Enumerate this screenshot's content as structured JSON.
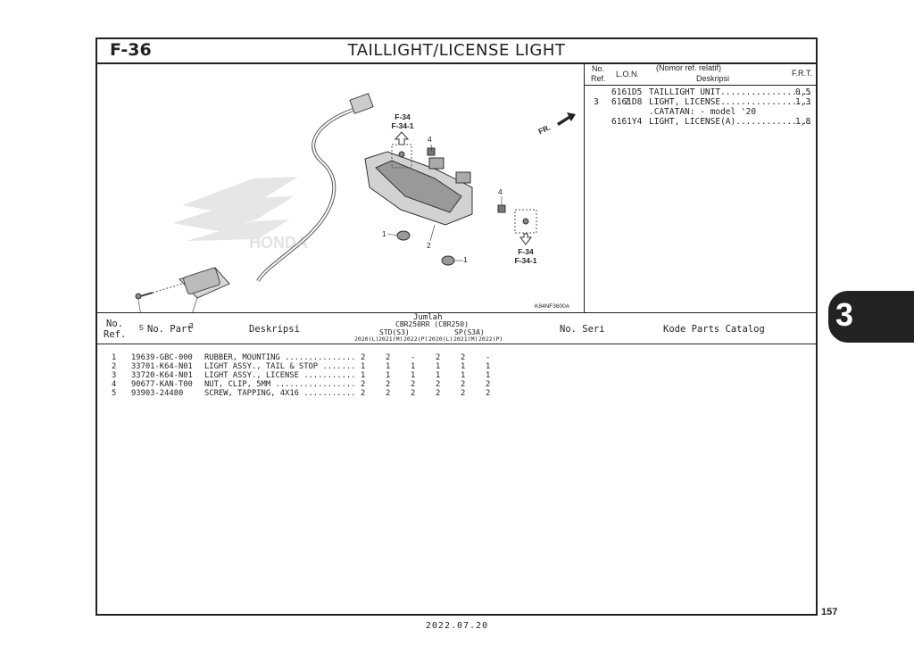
{
  "figure": {
    "code": "F-36",
    "title": "TAILLIGHT/LICENSE LIGHT"
  },
  "diagram": {
    "ref_top_a": "F-34",
    "ref_top_b": "F-34-1",
    "ref_bottom_a": "F-34",
    "ref_bottom_b": "F-34-1",
    "fr_label": "FR.",
    "image_code": "K84NF3600A",
    "brand_watermark": "HONDA",
    "callouts": [
      "1",
      "1",
      "2",
      "3",
      "4",
      "4",
      "5"
    ]
  },
  "ref_table": {
    "headers": {
      "no_ref_1": "No.",
      "no_ref_2": "Ref.",
      "lon": "L.O.N.",
      "desc_1": "(Nomor ref. relatif)",
      "desc_2": "Deskripsi",
      "frt": "F.R.T."
    },
    "rows": [
      {
        "ref": "2",
        "lon": "6161D5",
        "desc": "TAILLIGHT UNIT..................",
        "frt": "0,5"
      },
      {
        "ref": "3",
        "lon": "6161D8",
        "desc": "LIGHT, LICENSE..................",
        "frt": "1,3"
      },
      {
        "ref": "",
        "lon": "",
        "desc": ".CATATAN: - model '20",
        "frt": ""
      },
      {
        "ref": "",
        "lon": "6161Y4",
        "desc": "LIGHT, LICENSE(A)...............",
        "frt": "1,8"
      }
    ]
  },
  "parts_table": {
    "headers": {
      "no_ref_1": "No.",
      "no_ref_2": "Ref.",
      "no_part": "No. Part",
      "deskripsi": "Deskripsi",
      "jumlah": "Jumlah",
      "model": "CBR250RR (CBR250)",
      "std": "STD(S3)",
      "sp": "SP(S3A)",
      "years": [
        "2020(L)",
        "2021(M)",
        "2022(P)",
        "2020(L)",
        "2021(M)",
        "2022(P)"
      ],
      "no_seri": "No. Seri",
      "kode": "Kode Parts Catalog"
    },
    "rows": [
      {
        "ref": "1",
        "part": "19639-GBC-000",
        "desc": "RUBBER, MOUNTING ...............",
        "qty": [
          "2",
          "2",
          "-",
          "2",
          "2",
          "-"
        ]
      },
      {
        "ref": "2",
        "part": "33701-K64-N01",
        "desc": "LIGHT ASSY., TAIL & STOP .......",
        "qty": [
          "1",
          "1",
          "1",
          "1",
          "1",
          "1"
        ]
      },
      {
        "ref": "3",
        "part": "33720-K64-N01",
        "desc": "LIGHT ASSY., LICENSE ...........",
        "qty": [
          "1",
          "1",
          "1",
          "1",
          "1",
          "1"
        ]
      },
      {
        "ref": "4",
        "part": "90677-KAN-T00",
        "desc": "NUT, CLIP, 5MM .................",
        "qty": [
          "2",
          "2",
          "2",
          "2",
          "2",
          "2"
        ]
      },
      {
        "ref": "5",
        "part": "93903-24480",
        "desc": "SCREW, TAPPING, 4X16 ...........",
        "qty": [
          "2",
          "2",
          "2",
          "2",
          "2",
          "2"
        ]
      }
    ]
  },
  "section_tab": "3",
  "page_number": "157",
  "date": "2022.07.20"
}
